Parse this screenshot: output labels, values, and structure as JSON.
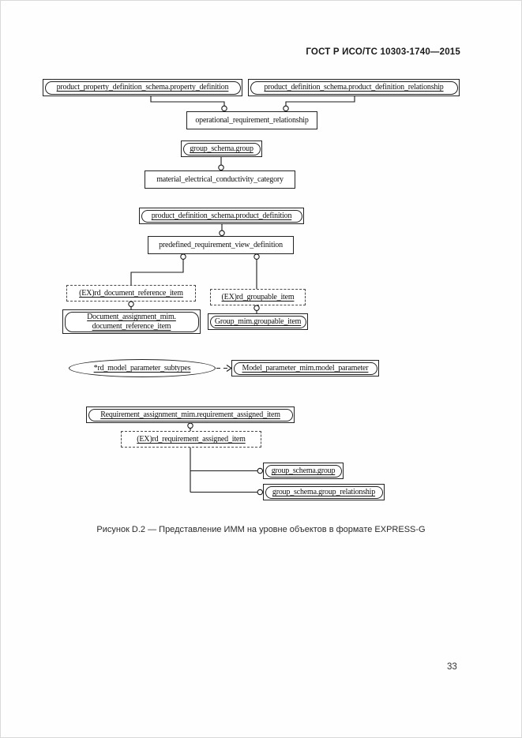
{
  "page": {
    "header": "ГОСТ Р ИСО/ТС 10303-1740—2015",
    "caption": "Рисунок D.2 — Представление ИММ на уровне объектов в формате EXPRESS-G",
    "page_number": "33"
  },
  "colors": {
    "ink": "#1a1a1a",
    "page_background": "#fefefe",
    "scan_border": "#d9d9d9"
  },
  "diagram": {
    "notation": "EXPRESS-G",
    "nodes": [
      {
        "id": "A",
        "shape": "schema-ref",
        "label": "product_property_definition_schema.property_definition"
      },
      {
        "id": "B",
        "shape": "schema-ref",
        "label": "product_definition_schema.product_definition_relationship"
      },
      {
        "id": "C",
        "shape": "entity",
        "label": "operational_requirement_relationship"
      },
      {
        "id": "D",
        "shape": "schema-ref",
        "label": "group_schema.group"
      },
      {
        "id": "E",
        "shape": "entity",
        "label": "material_electrical_conductivity_category"
      },
      {
        "id": "F",
        "shape": "schema-ref",
        "label": "product_definition_schema.product_definition"
      },
      {
        "id": "G",
        "shape": "entity",
        "label": "predefined_requirement_view_definition"
      },
      {
        "id": "H",
        "shape": "dashed-box",
        "label": "(EX)rd_document_reference_item"
      },
      {
        "id": "I",
        "shape": "dashed-box",
        "label": "(EX)rd_groupable_item"
      },
      {
        "id": "J",
        "shape": "schema-ref",
        "label_line1": "Document_assignment_mim.",
        "label_line2": "document_reference_item"
      },
      {
        "id": "K",
        "shape": "schema-ref",
        "label": "Group_mim.groupable_item"
      },
      {
        "id": "OV",
        "shape": "oval",
        "label": "*rd_model_parameter_subtypes"
      },
      {
        "id": "L",
        "shape": "schema-ref",
        "label": "Model_parameter_mim.model_parameter"
      },
      {
        "id": "M",
        "shape": "schema-ref",
        "label": "Requirement_assignment_mim.requirement_assigned_item"
      },
      {
        "id": "N",
        "shape": "dashed-box",
        "label": "(EX)rd_requirement_assigned_item"
      },
      {
        "id": "P",
        "shape": "schema-ref",
        "label": "group_schema.group"
      },
      {
        "id": "Q",
        "shape": "schema-ref",
        "label": "group_schema.group_relationship"
      }
    ],
    "edges": [
      {
        "from": "A",
        "to": "C",
        "marker": "open-circle"
      },
      {
        "from": "B",
        "to": "C",
        "marker": "open-circle"
      },
      {
        "from": "D",
        "to": "E",
        "marker": "open-circle"
      },
      {
        "from": "F",
        "to": "G",
        "marker": "open-circle"
      },
      {
        "from": "G",
        "to": "H",
        "marker": "open-circle"
      },
      {
        "from": "G",
        "to": "I",
        "marker": "open-circle"
      },
      {
        "from": "H",
        "to": "J",
        "marker": "open-circle"
      },
      {
        "from": "I",
        "to": "K",
        "marker": "open-circle"
      },
      {
        "from": "OV",
        "to": "L",
        "marker": "dashed-arrow"
      },
      {
        "from": "M",
        "to": "N",
        "marker": "open-circle"
      },
      {
        "from": "N",
        "to": "P",
        "marker": "open-circle"
      },
      {
        "from": "N",
        "to": "Q",
        "marker": "open-circle"
      }
    ]
  }
}
